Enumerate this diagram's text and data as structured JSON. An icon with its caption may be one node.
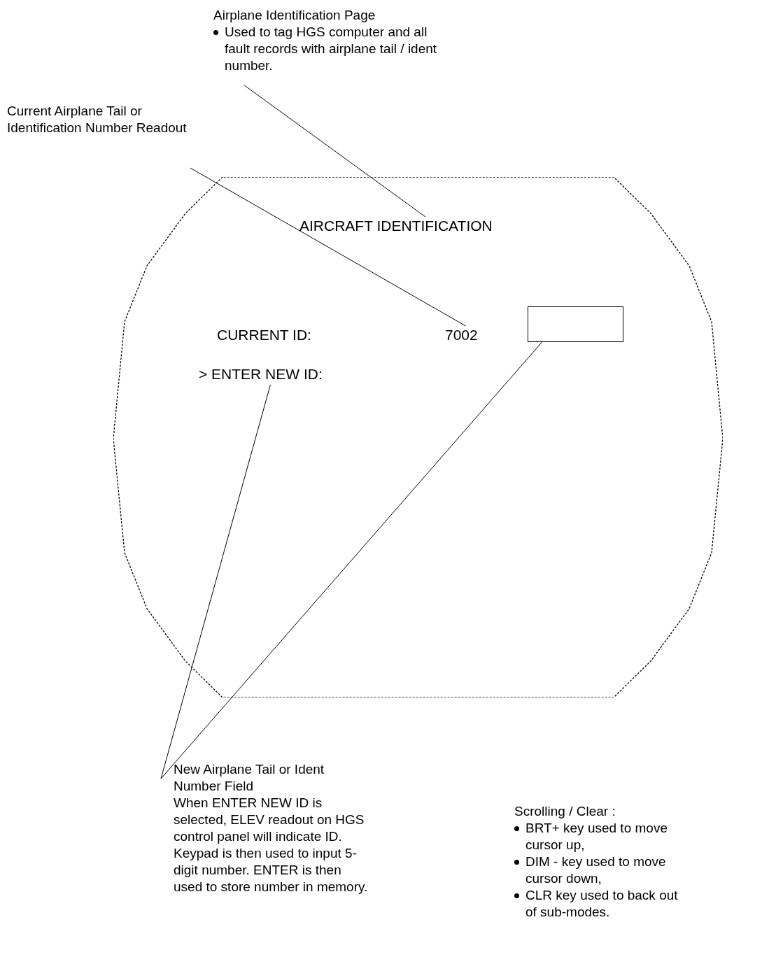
{
  "diagram": {
    "nodes": [
      {
        "text": [
          "Airplane Identification Page",
          "Used to tag HGS computer and all fault records with airplane tail / ident number."
        ]
      },
      {
        "text": [
          "Current Airplane Tail or Identification Number Readout"
        ]
      },
      {
        "text": [],
        "shape": "polygon"
      },
      {
        "text": [
          "AIRCRAFT IDENTIFICATION"
        ],
        "in": 2
      },
      {
        "text": [
          "7002"
        ],
        "in": 2
      },
      {
        "text": [],
        "shape": "box",
        "in": 2
      },
      {
        "text": [
          "> ENTER NEW ID:"
        ],
        "in": 2
      },
      {
        "text": [
          "New Airplane Tail or Ident Number Field",
          "When ENTER NEW ID is selected, ELEV readout on HGS control panel will indicate ID. Keypad is then used to input 5-digit number. ENTER is then used to store number in memory."
        ]
      }
    ],
    "edges": [
      {
        "from": 0,
        "to": 3,
        "arrow": "none"
      },
      {
        "from": 1,
        "to": 4,
        "arrow": "none"
      },
      {
        "from": 7,
        "to": 6,
        "arrow": "none"
      },
      {
        "from": 7,
        "to": 5,
        "arrow": "none"
      }
    ],
    "labels": [
      "CURRENT ID:",
      "Scrolling / Clear :",
      "BRT+ key used to move cursor up,",
      "DIM - key used to move cursor down,",
      "CLR key used to back out of sub-modes."
    ]
  }
}
